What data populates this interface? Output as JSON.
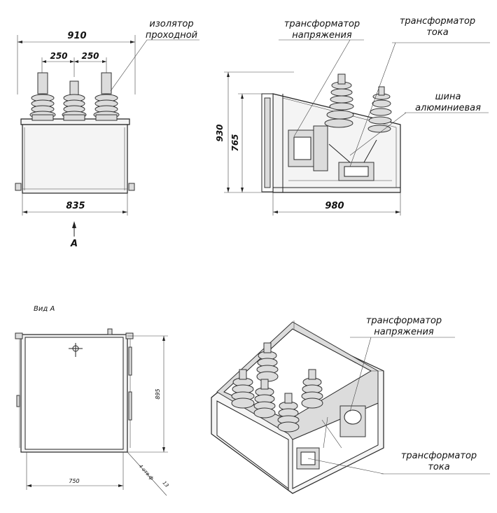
{
  "labels": {
    "bushing_line1": "изолятор",
    "bushing_line2": "проходной",
    "vt_line1": "трансформатор",
    "vt_line2": "напряжения",
    "ct_line1": "трансформатор",
    "ct_line2": "тока",
    "bus_line1": "шина",
    "bus_line2": "алюминиевая",
    "iso_vt_line1": "трансформатор",
    "iso_vt_line2": "напряжения",
    "iso_ct_line1": "трансформатор",
    "iso_ct_line2": "тока",
    "view_a": "Вид А",
    "arrow_a": "А"
  },
  "dimensions": {
    "front_width_top": "910",
    "front_pitch_left": "250",
    "front_pitch_right": "250",
    "front_width_bottom": "835",
    "side_height_total": "930",
    "side_height_body": "765",
    "side_depth": "980",
    "view_a_height": "895",
    "view_a_width": "750",
    "view_a_holes": "4 отв.ф",
    "view_a_hole_size": "13"
  }
}
